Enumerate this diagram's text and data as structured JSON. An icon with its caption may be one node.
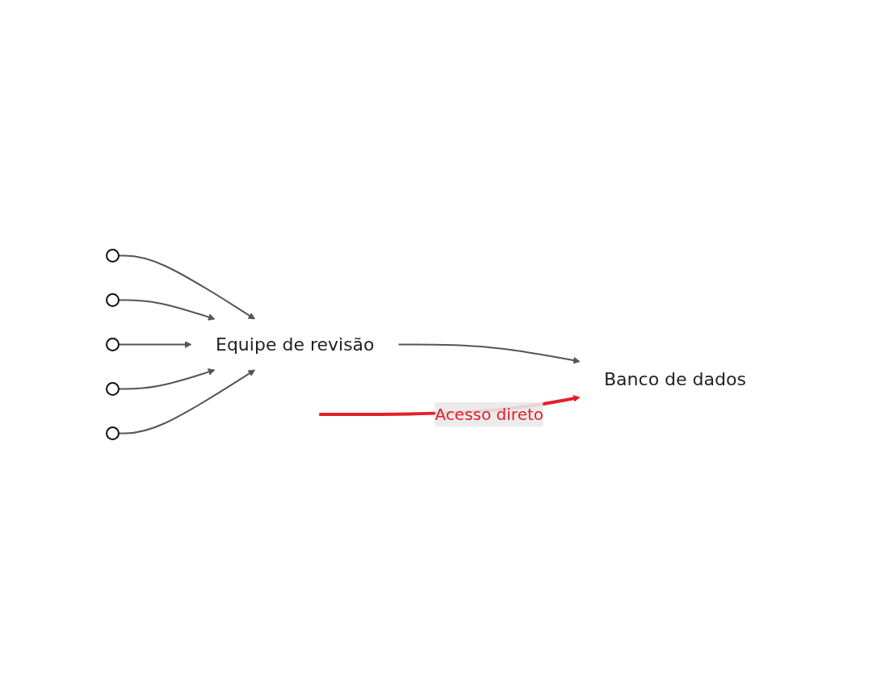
{
  "diagram": {
    "nodes": [
      {
        "text": [],
        "shape": "circle"
      },
      {
        "text": [],
        "shape": "circle"
      },
      {
        "text": [],
        "shape": "circle"
      },
      {
        "text": [],
        "shape": "circle"
      },
      {
        "text": [],
        "shape": "circle"
      },
      {
        "text": [
          "Equipe de revisão"
        ]
      },
      {
        "text": [
          "Banco de dados"
        ]
      }
    ],
    "edges": [
      {
        "from": 0,
        "to": 5,
        "arrow": "to"
      },
      {
        "from": 1,
        "to": 5,
        "arrow": "to"
      },
      {
        "from": 2,
        "to": 5,
        "arrow": "to"
      },
      {
        "from": 3,
        "to": 5,
        "arrow": "to"
      },
      {
        "from": 4,
        "to": 5,
        "arrow": "to"
      },
      {
        "from": 5,
        "to": 6,
        "arrow": "to"
      },
      {
        "from": null,
        "to": 6,
        "arrow": "to",
        "label": "Acesso direto",
        "style": "thick",
        "color": "#e3202b"
      }
    ]
  }
}
